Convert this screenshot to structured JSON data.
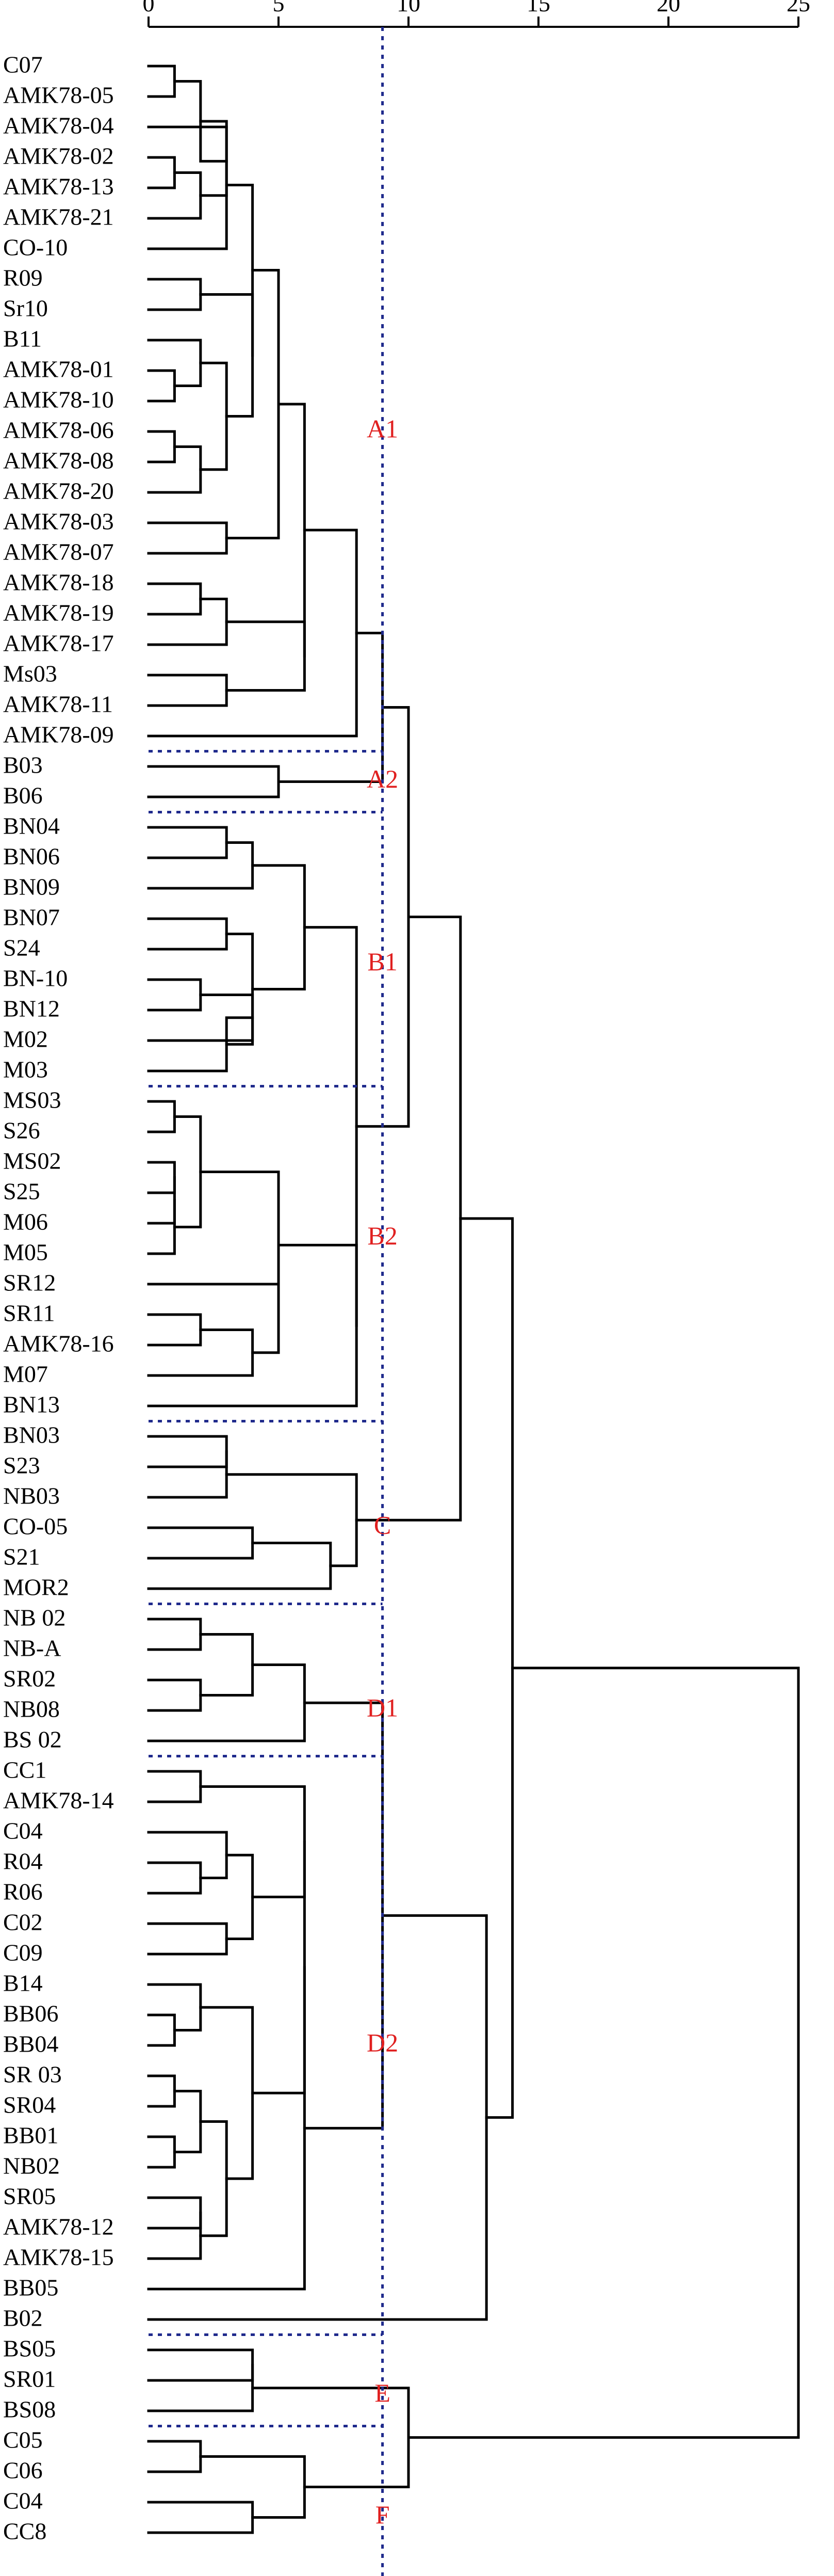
{
  "chart_data": {
    "type": "dendrogram",
    "x_axis": {
      "ticks": [
        "0",
        "5",
        "10",
        "15",
        "20",
        "25"
      ],
      "tick_values": [
        0,
        5,
        10,
        15,
        20,
        25
      ],
      "range": [
        0,
        25
      ]
    },
    "cut_distance": 9,
    "leaves": [
      "C07",
      "AMK78-05",
      "AMK78-04",
      "AMK78-02",
      "AMK78-13",
      "AMK78-21",
      "CO-10",
      "R09",
      "Sr10",
      "B11",
      "AMK78-01",
      "AMK78-10",
      "AMK78-06",
      "AMK78-08",
      "AMK78-20",
      "AMK78-03",
      "AMK78-07",
      "AMK78-18",
      "AMK78-19",
      "AMK78-17",
      "Ms03",
      "AMK78-11",
      "AMK78-09",
      "B03",
      "B06",
      "BN04",
      "BN06",
      "BN09",
      "BN07",
      "S24",
      "BN-10",
      "BN12",
      "M02",
      "M03",
      "MS03",
      "S26",
      "MS02",
      "S25",
      "M06",
      "M05",
      "SR12",
      "SR11",
      "AMK78-16",
      "M07",
      "BN13",
      "BN03",
      "S23",
      "NB03",
      "CO-05",
      "S21",
      "MOR2",
      "NB 02",
      "NB-A",
      "SR02",
      "NB08",
      "BS 02",
      "CC1",
      "AMK78-14",
      "C04",
      "R04",
      "R06",
      "C02",
      "C09",
      "B14",
      "BB06",
      "BB04",
      "SR 03",
      "SR04",
      "BB01",
      "NB02",
      "SR05",
      "AMK78-12",
      "AMK78-15",
      "BB05",
      "B02",
      "BS05",
      "SR01",
      "BS08",
      "C05",
      "C06",
      "C04",
      "CC8"
    ],
    "merges": [
      {
        "a": 0,
        "b": 1,
        "d": 1
      },
      {
        "a": 3,
        "b": 4,
        "d": 1
      },
      {
        "a": -2,
        "b": 5,
        "d": 2
      },
      {
        "a": 2,
        "b": -3,
        "d": 3
      },
      {
        "a": -1,
        "b": -4,
        "d": 2
      },
      {
        "a": -5,
        "b": 6,
        "d": 3
      },
      {
        "a": 7,
        "b": 8,
        "d": 2
      },
      {
        "a": 10,
        "b": 11,
        "d": 1
      },
      {
        "a": 9,
        "b": -8,
        "d": 2
      },
      {
        "a": 12,
        "b": 13,
        "d": 1
      },
      {
        "a": -10,
        "b": 14,
        "d": 2
      },
      {
        "a": -9,
        "b": -11,
        "d": 3
      },
      {
        "a": -7,
        "b": -12,
        "d": 4
      },
      {
        "a": -6,
        "b": -13,
        "d": 4
      },
      {
        "a": 15,
        "b": 16,
        "d": 3
      },
      {
        "a": -14,
        "b": -15,
        "d": 5
      },
      {
        "a": 17,
        "b": 18,
        "d": 2
      },
      {
        "a": -17,
        "b": 19,
        "d": 3
      },
      {
        "a": 20,
        "b": 21,
        "d": 3
      },
      {
        "a": -18,
        "b": -19,
        "d": 6
      },
      {
        "a": -16,
        "b": -20,
        "d": 6
      },
      {
        "a": -21,
        "b": 22,
        "d": 8
      },
      {
        "a": 23,
        "b": 24,
        "d": 5
      },
      {
        "a": -22,
        "b": -23,
        "d": 9
      },
      {
        "a": 25,
        "b": 26,
        "d": 3
      },
      {
        "a": -25,
        "b": 27,
        "d": 4
      },
      {
        "a": 28,
        "b": 29,
        "d": 3
      },
      {
        "a": 30,
        "b": 31,
        "d": 2
      },
      {
        "a": -28,
        "b": 32,
        "d": 4
      },
      {
        "a": -29,
        "b": 33,
        "d": 3
      },
      {
        "a": -27,
        "b": -30,
        "d": 4
      },
      {
        "a": -26,
        "b": -31,
        "d": 6
      },
      {
        "a": 34,
        "b": 35,
        "d": 1
      },
      {
        "a": 36,
        "b": 37,
        "d": 1
      },
      {
        "a": -34,
        "b": 38,
        "d": 1
      },
      {
        "a": -35,
        "b": 39,
        "d": 1
      },
      {
        "a": -33,
        "b": -36,
        "d": 2
      },
      {
        "a": 41,
        "b": 42,
        "d": 2
      },
      {
        "a": -38,
        "b": 43,
        "d": 4
      },
      {
        "a": 40,
        "b": -39,
        "d": 5
      },
      {
        "a": -37,
        "b": -40,
        "d": 5
      },
      {
        "a": -41,
        "b": 44,
        "d": 8
      },
      {
        "a": -32,
        "b": -42,
        "d": 8
      },
      {
        "a": -24,
        "b": -43,
        "d": 10
      },
      {
        "a": 45,
        "b": 46,
        "d": 3
      },
      {
        "a": -45,
        "b": 47,
        "d": 3
      },
      {
        "a": 48,
        "b": 49,
        "d": 4
      },
      {
        "a": -47,
        "b": 50,
        "d": 7
      },
      {
        "a": -46,
        "b": -48,
        "d": 8
      },
      {
        "a": -44,
        "b": -49,
        "d": 12
      },
      {
        "a": 51,
        "b": 52,
        "d": 2
      },
      {
        "a": 53,
        "b": 54,
        "d": 2
      },
      {
        "a": -51,
        "b": -52,
        "d": 4
      },
      {
        "a": -53,
        "b": 55,
        "d": 6
      },
      {
        "a": 56,
        "b": 57,
        "d": 2
      },
      {
        "a": 59,
        "b": 60,
        "d": 2
      },
      {
        "a": 58,
        "b": -56,
        "d": 3
      },
      {
        "a": 61,
        "b": 62,
        "d": 3
      },
      {
        "a": -57,
        "b": -58,
        "d": 4
      },
      {
        "a": -55,
        "b": -59,
        "d": 6
      },
      {
        "a": 64,
        "b": 65,
        "d": 1
      },
      {
        "a": 63,
        "b": -61,
        "d": 2
      },
      {
        "a": 66,
        "b": 67,
        "d": 1
      },
      {
        "a": 68,
        "b": 69,
        "d": 1
      },
      {
        "a": -63,
        "b": -64,
        "d": 2
      },
      {
        "a": 70,
        "b": 71,
        "d": 2
      },
      {
        "a": -66,
        "b": 72,
        "d": 2
      },
      {
        "a": -65,
        "b": -67,
        "d": 3
      },
      {
        "a": -62,
        "b": -68,
        "d": 4
      },
      {
        "a": -60,
        "b": -69,
        "d": 6
      },
      {
        "a": -70,
        "b": 73,
        "d": 6
      },
      {
        "a": -54,
        "b": -71,
        "d": 9
      },
      {
        "a": -72,
        "b": 74,
        "d": 13
      },
      {
        "a": -50,
        "b": -73,
        "d": 14
      },
      {
        "a": 75,
        "b": 76,
        "d": 4
      },
      {
        "a": -75,
        "b": 77,
        "d": 4
      },
      {
        "a": 78,
        "b": 79,
        "d": 2
      },
      {
        "a": 80,
        "b": 81,
        "d": 4
      },
      {
        "a": -77,
        "b": -78,
        "d": 6
      },
      {
        "a": -76,
        "b": -79,
        "d": 10
      },
      {
        "a": -74,
        "b": -80,
        "d": 25
      }
    ],
    "group_labels": [
      {
        "text": "A1",
        "leaf": 12
      },
      {
        "text": "A2",
        "leaf": 23.5
      },
      {
        "text": "B1",
        "leaf": 29.5
      },
      {
        "text": "B2",
        "leaf": 38.5
      },
      {
        "text": "C",
        "leaf": 48
      },
      {
        "text": "D1",
        "leaf": 54
      },
      {
        "text": "D2",
        "leaf": 65
      },
      {
        "text": "E",
        "leaf": 76.5
      },
      {
        "text": "F",
        "leaf": 80.5
      }
    ],
    "group_separators": [
      {
        "after_leaf": 22.5,
        "from": 0,
        "to": 9
      },
      {
        "after_leaf": 24.5,
        "from": 0,
        "to": 9
      },
      {
        "after_leaf": 33.5,
        "from": 0,
        "to": 9
      },
      {
        "after_leaf": 44.5,
        "from": 0,
        "to": 9
      },
      {
        "after_leaf": 50.5,
        "from": 0,
        "to": 9
      },
      {
        "after_leaf": 55.5,
        "from": 0,
        "to": 9
      },
      {
        "after_leaf": 74.5,
        "from": 0,
        "to": 9
      },
      {
        "after_leaf": 77.5,
        "from": 0,
        "to": 9
      }
    ]
  },
  "colors": {
    "line": "#000000",
    "cut_line": "#1f2a8c",
    "group_label": "#e02020"
  }
}
